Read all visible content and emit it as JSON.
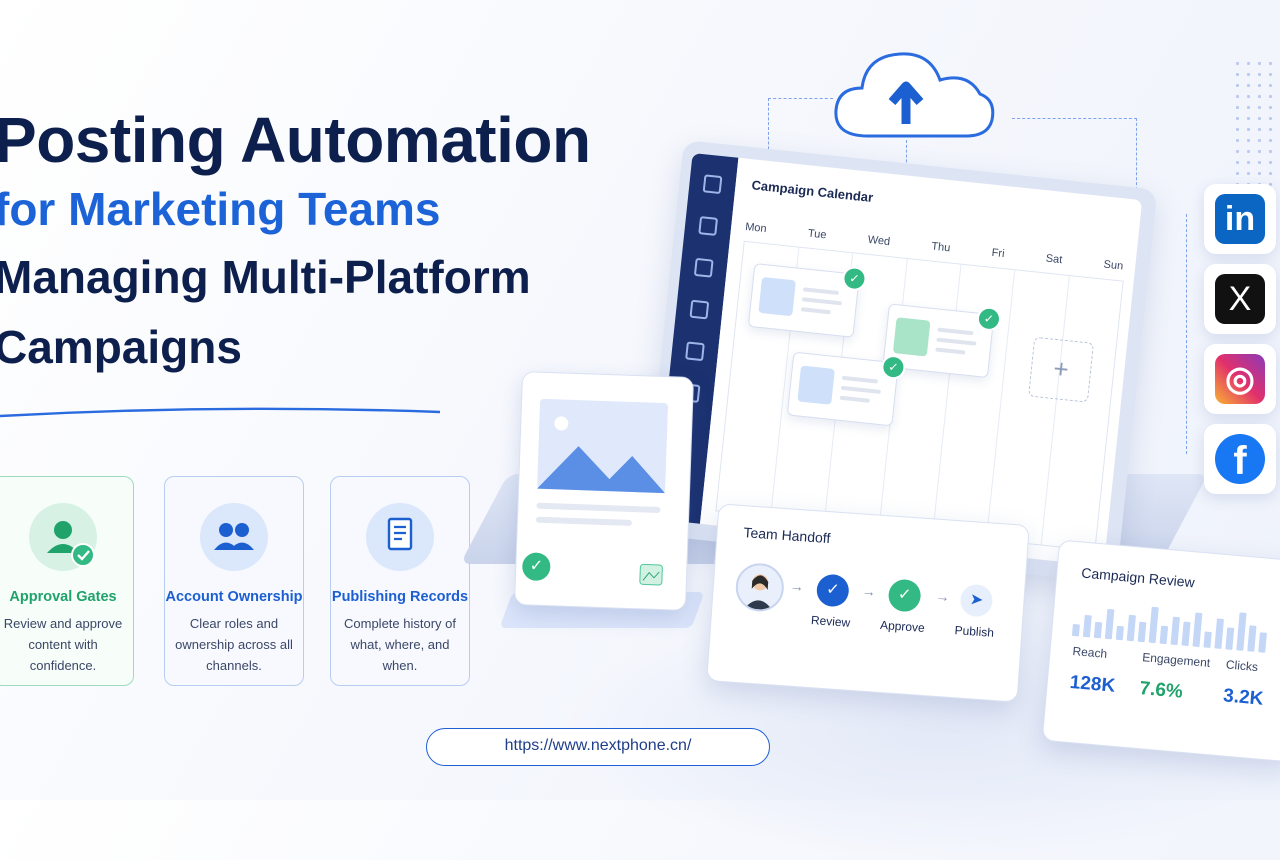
{
  "headline": {
    "line1": "Posting Automation",
    "line2": "for Marketing Teams",
    "line3": "Managing Multi-Platform",
    "line4": "Campaigns"
  },
  "features": [
    {
      "title": "Approval Gates",
      "text": "Review and approve content with confidence.",
      "icon": "user-check-icon",
      "color": "#1fa36b"
    },
    {
      "title": "Account Ownership",
      "text": "Clear roles and ownership across all channels.",
      "icon": "users-icon",
      "color": "#1c5fd0"
    },
    {
      "title": "Publishing Records",
      "text": "Complete history of what, where, and when.",
      "icon": "document-icon",
      "color": "#1c5fd0"
    }
  ],
  "url": "https://www.nextphone.cn/",
  "calendar": {
    "title": "Campaign Calendar",
    "days": [
      "Mon",
      "Tue",
      "Wed",
      "Thu",
      "Fri",
      "Sat",
      "Sun"
    ],
    "add_label": "+"
  },
  "sidebar_icons": [
    "home-icon",
    "calendar-check-icon",
    "calendar-icon",
    "inbox-icon",
    "bar-chart-icon",
    "gear-icon"
  ],
  "socials": [
    {
      "name": "linkedin-icon",
      "glyph": "in",
      "color": "#0a66c2"
    },
    {
      "name": "x-icon",
      "glyph": "X",
      "color": "#111111"
    },
    {
      "name": "instagram-icon",
      "glyph": "◎",
      "color": "#e1306c"
    },
    {
      "name": "facebook-icon",
      "glyph": "f",
      "color": "#1877f2"
    }
  ],
  "handoff": {
    "title": "Team Handoff",
    "steps": [
      "Review",
      "Approve",
      "Publish"
    ]
  },
  "review": {
    "title": "Campaign Review",
    "metrics": [
      {
        "label": "Reach",
        "value": "128K",
        "color": "#1c5fd0"
      },
      {
        "label": "Engagement",
        "value": "7.6%",
        "color": "#1fa36b"
      },
      {
        "label": "Clicks",
        "value": "3.2K",
        "color": "#1c5fd0"
      }
    ]
  },
  "colors": {
    "brand_blue": "#1c63d8",
    "navy": "#0d1f4d",
    "green": "#33b983"
  }
}
